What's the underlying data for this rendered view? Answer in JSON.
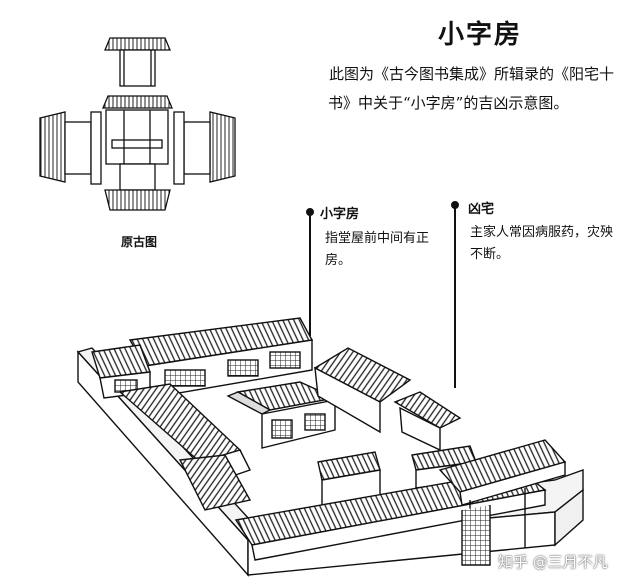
{
  "title": "小字房",
  "description": "此图为《古今图书集成》所辑录的《阳宅十书》中关于“小字房”的吉凶示意图。",
  "original_diagram_caption": "原古图",
  "labels": [
    {
      "title": "小字房",
      "body": "指堂屋前中间有正房。"
    },
    {
      "title": "凶宅",
      "body": "主家人常因病服药，灾殃不断。"
    }
  ],
  "watermark": "知乎 @三月不凡"
}
